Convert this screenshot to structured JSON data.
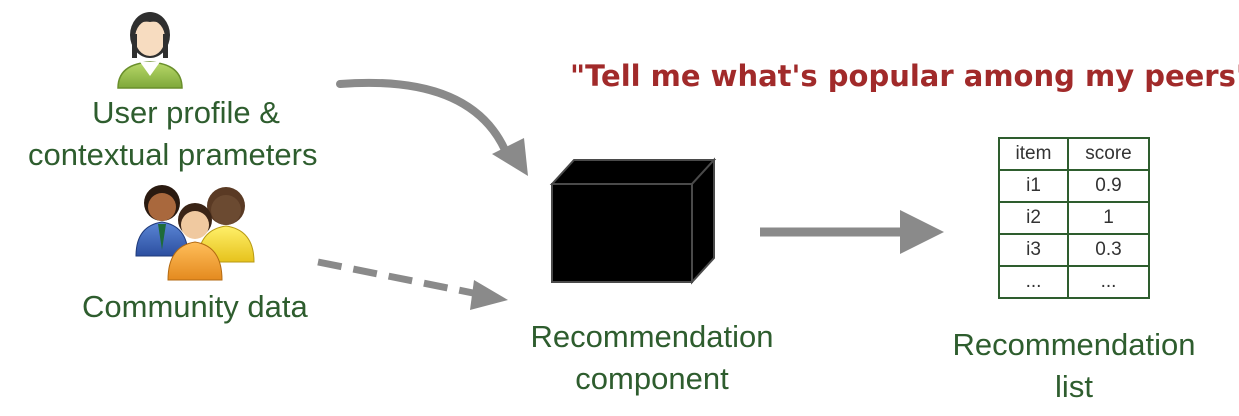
{
  "user_profile": {
    "label_line1": "User profile &",
    "label_line2": "contextual prameters"
  },
  "community": {
    "label": "Community data"
  },
  "tagline": "\"Tell me what's popular among my peers\"",
  "recommendation_component": {
    "label_line1": "Recommendation",
    "label_line2": "component"
  },
  "recommendation_list": {
    "label_line1": "Recommendation",
    "label_line2": "list",
    "headers": [
      "item",
      "score"
    ],
    "rows": [
      [
        "i1",
        "0.9"
      ],
      [
        "i2",
        "1"
      ],
      [
        "i3",
        "0.3"
      ],
      [
        "...",
        "..."
      ]
    ]
  },
  "colors": {
    "label_green": "#2e5d2e",
    "tagline_red": "#a12a2a",
    "arrow_gray": "#8a8a8a",
    "box_black": "#000000"
  },
  "icons": {
    "user": "single-user-icon",
    "community": "user-group-icon",
    "component": "black-box-icon"
  }
}
